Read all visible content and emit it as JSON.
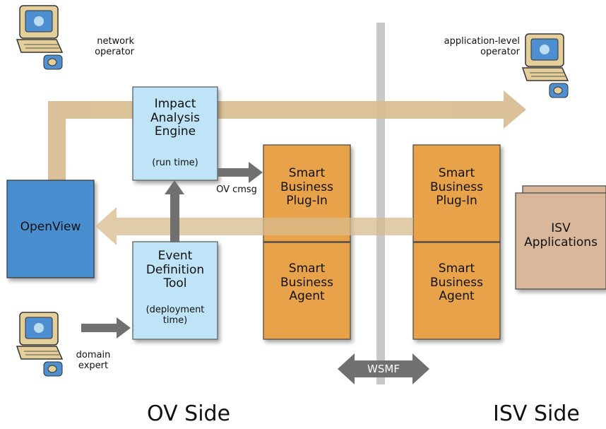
{
  "actors": {
    "network_operator": "network\noperator",
    "application_operator": "application-level\noperator",
    "domain_expert": "domain\nexpert"
  },
  "boxes": {
    "impact_engine": {
      "title": "Impact\nAnalysis\nEngine",
      "note": "(run time)"
    },
    "openview": "OpenView",
    "event_tool": {
      "title": "Event\nDefinition\nTool",
      "note": "(deployment\ntime)"
    },
    "sb_plugin_left": "Smart\nBusiness\nPlug-In",
    "sb_agent_left": "Smart\nBusiness\nAgent",
    "sb_plugin_right": "Smart\nBusiness\nPlug-In",
    "sb_agent_right": "Smart\nBusiness\nAgent",
    "isv_apps": "ISV\nApplications"
  },
  "connectors": {
    "ov_cmsg": "OV cmsg",
    "wsmf": "WSMF"
  },
  "sides": {
    "left": "OV Side",
    "right": "ISV Side"
  },
  "colors": {
    "light_blue": "#bfe3f7",
    "openview_blue": "#4a8fd0",
    "orange": "#e8a24a",
    "tan_arrow": "#d7bb8e",
    "isv_tan": "#d9b79a",
    "gray_arrow": "#707070",
    "divider": "#c8c8c8"
  }
}
